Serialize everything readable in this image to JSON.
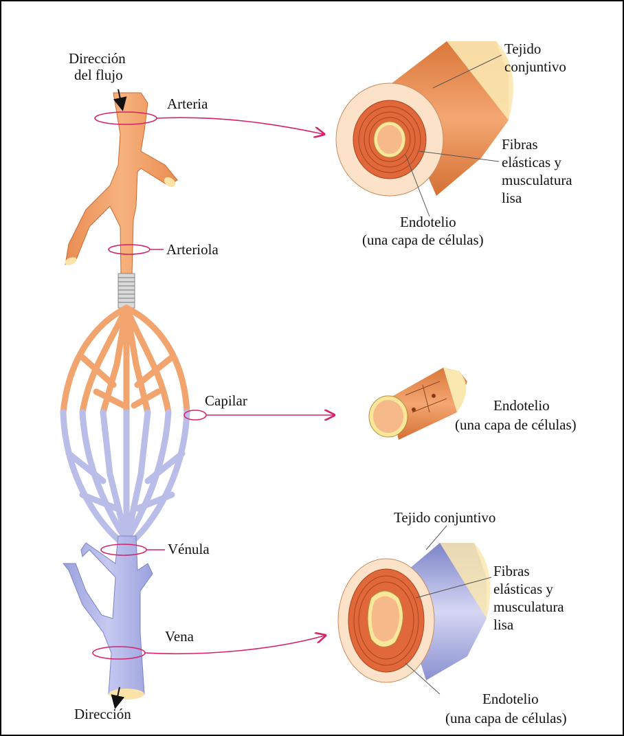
{
  "labels": {
    "direccion_flujo_1": "Dirección",
    "direccion_flujo_2": "del flujo",
    "arteria": "Arteria",
    "arteriola": "Arteriola",
    "capilar": "Capilar",
    "venula": "Vénula",
    "vena": "Vena",
    "direccion_bottom": "Dirección",
    "artery_section": {
      "tejido_1": "Tejido",
      "tejido_2": "conjuntivo",
      "fibras_1": "Fibras",
      "fibras_2": "elásticas y",
      "fibras_3": "musculatura",
      "fibras_4": "lisa",
      "endotelio_1": "Endotelio",
      "endotelio_2": "(una capa de células)"
    },
    "capillary_section": {
      "endotelio_1": "Endotelio",
      "endotelio_2": "(una capa de células)"
    },
    "vein_section": {
      "tejido": "Tejido conjuntivo",
      "fibras_1": "Fibras",
      "fibras_2": "elásticas y",
      "fibras_3": "musculatura",
      "fibras_4": "lisa",
      "endotelio_1": "Endotelio",
      "endotelio_2": "(una capa de células)"
    }
  },
  "colors": {
    "artery": "#f2a46e",
    "artery_dark": "#d9773a",
    "vein": "#b9bde8",
    "vein_dark": "#8c92cf",
    "muscle": "#e0683a",
    "lumen": "#f6b98a",
    "connective": "#fbe2c8",
    "pointer": "#d8206a"
  }
}
